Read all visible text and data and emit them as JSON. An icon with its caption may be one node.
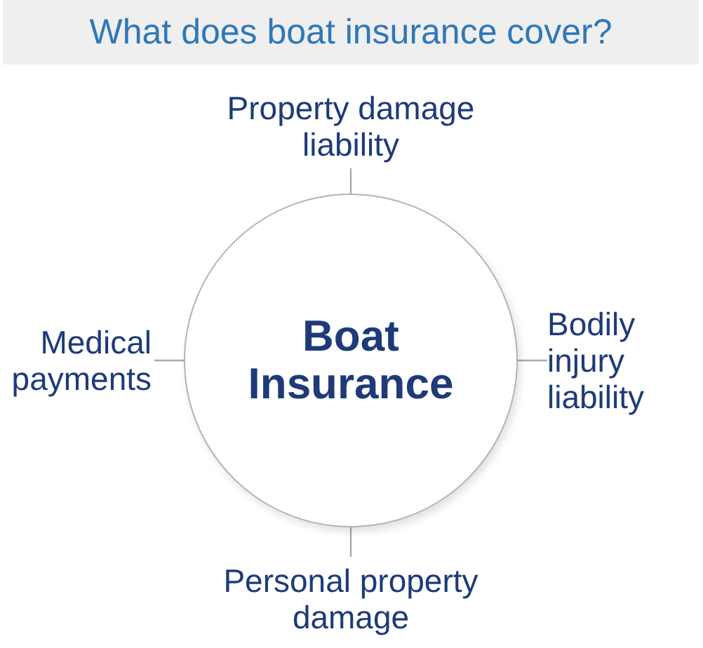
{
  "diagram": {
    "title": "What does boat insurance cover?",
    "nodes": [
      {
        "text": [
          "Property damage liability"
        ]
      },
      {
        "text": [
          "Medical payments"
        ]
      },
      {
        "text": [
          "Boat Insurance"
        ]
      },
      {
        "text": [
          "Bodily injury liability"
        ]
      },
      {
        "text": [
          "Personal property damage"
        ]
      }
    ],
    "edges": [
      {
        "from": 2,
        "to": 0,
        "arrow": "none"
      },
      {
        "from": 2,
        "to": 1,
        "arrow": "none"
      },
      {
        "from": 2,
        "to": 3,
        "arrow": "none"
      },
      {
        "from": 2,
        "to": 4,
        "arrow": "none"
      }
    ]
  }
}
